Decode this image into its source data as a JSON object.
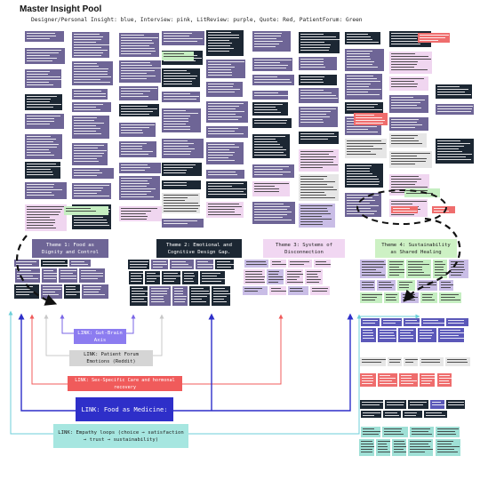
{
  "board": {
    "title": "Master Insight Pool",
    "legend": "Designer/Personal Insight: blue, Interview: pink, LitReview: purple, Quote: Red, PatientForum: Green"
  },
  "colors": {
    "purple": "#6e6596",
    "navy": "#1c2733",
    "lavender": "#c9bde6",
    "pink": "#f0d6f0",
    "red": "#ef6d6d",
    "green": "#c5eec1",
    "mint": "#9fe0d6",
    "blue_note": "#5b58b9",
    "grey": "#e6e6e6",
    "theme1": "#6e6596",
    "theme2": "#1c2733",
    "theme3": "#f1d7f2",
    "theme4": "#cdf1c4",
    "arrow_purple": "#7a66e6",
    "arrow_grey": "#cfcfcf",
    "arrow_red": "#f05b5b",
    "arrow_navy": "#2e2fc9",
    "arrow_teal": "#6ccfd9"
  },
  "themes": [
    {
      "label": "Theme 1: Food as Dignity and Control"
    },
    {
      "label": "Theme 2: Emotional and Cognitive Design Gap."
    },
    {
      "label": "Theme 3: Systems of Disconnection"
    },
    {
      "label": "Theme 4: Sustainability as Shared Healing"
    }
  ],
  "links": [
    {
      "label": "LINK: Gut-Brain Axis"
    },
    {
      "label": "LINK: Patient Forum Emotions (Reddit)"
    },
    {
      "label": "LINK: Sex-Specific Care and hormonal recovery"
    },
    {
      "label": "LINK: Food as Medicine:"
    },
    {
      "label": "LINK: Empathy loops (choice → satisfaction → trust → sustainability)"
    }
  ]
}
